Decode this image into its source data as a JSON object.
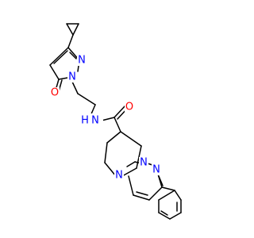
{
  "molecule": {
    "atoms": {
      "n_pyrimidinone_1": "N",
      "n_pyrimidinone_3": "N",
      "o_carbonyl_ring": "O",
      "n_amide": "N",
      "h_amide": "H",
      "o_amide": "O",
      "n_piperidine": "N",
      "n_pyridazine_1": "N",
      "n_pyridazine_2": "N"
    },
    "colors": {
      "nitrogen": "#0000ff",
      "oxygen": "#ff0000",
      "hydrogen": "#0000ff",
      "bond": "#000000",
      "background": "#ffffff"
    }
  }
}
